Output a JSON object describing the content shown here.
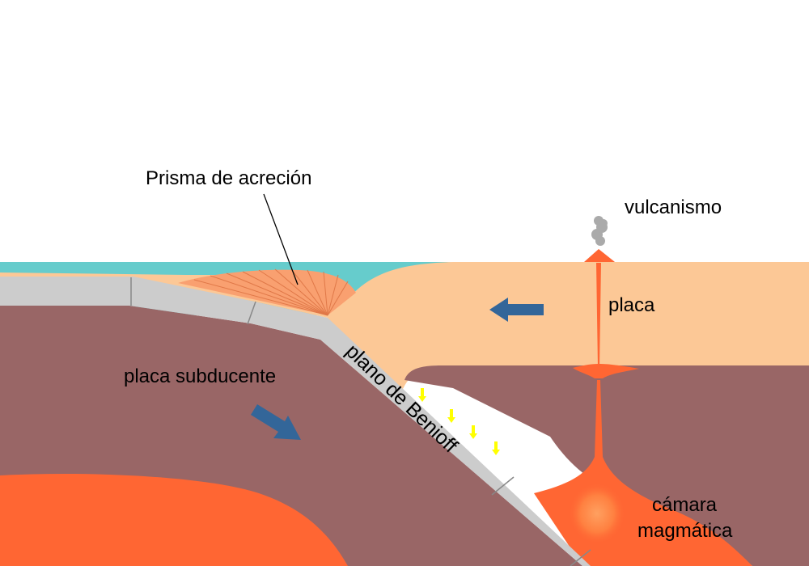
{
  "labels": {
    "accretion_prism": "Prisma de acreción",
    "volcanism": "vulcanismo",
    "plate": "placa",
    "subducting_plate": "placa subducente",
    "benioff_plane": "plano de Benioff",
    "magma_chamber_line1": "cámara",
    "magma_chamber_line2": "magmática"
  },
  "colors": {
    "ocean": "#66CCCC",
    "overriding_plate": "#FCC896",
    "mantle": "#996666",
    "slab": "#CCCCCC",
    "asthenosphere": "#FF6633",
    "magma": "#FF6633",
    "accretion_prism": "#F9A070",
    "arrow": "#336699",
    "earthquake_marker": "#FFFF00",
    "smoke": "#AAAAAA"
  }
}
